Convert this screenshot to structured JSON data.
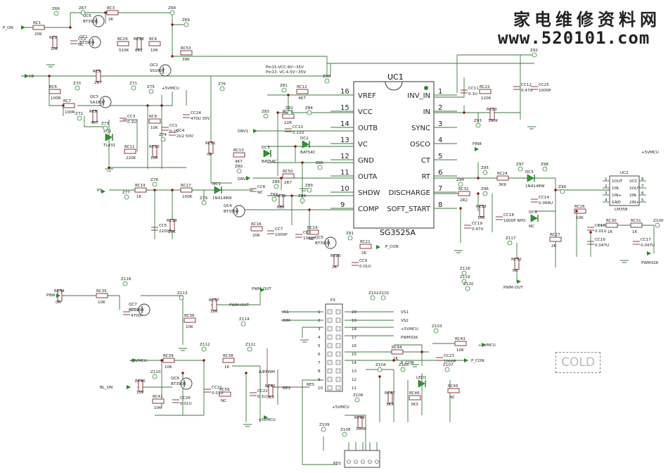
{
  "watermark": {
    "cn": "家电维修资料网",
    "url": "www.520101.com"
  },
  "cold_label": "COLD",
  "ic": {
    "ref": "UC1",
    "part": "SG3525A",
    "left_pins": [
      {
        "num": "16",
        "name": "VREF"
      },
      {
        "num": "15",
        "name": "VCC"
      },
      {
        "num": "14",
        "name": "OUTB"
      },
      {
        "num": "13",
        "name": "VC"
      },
      {
        "num": "12",
        "name": "GND"
      },
      {
        "num": "11",
        "name": "OUTA"
      },
      {
        "num": "10",
        "name": "SHDW"
      },
      {
        "num": "9",
        "name": "COMP"
      }
    ],
    "right_pins": [
      {
        "num": "1",
        "name": "INV_IN"
      },
      {
        "num": "2",
        "name": "IN"
      },
      {
        "num": "3",
        "name": "SYNC"
      },
      {
        "num": "4",
        "name": "OSCO"
      },
      {
        "num": "5",
        "name": "CT"
      },
      {
        "num": "6",
        "name": "RT"
      },
      {
        "num": "7",
        "name": "DISCHARGE"
      },
      {
        "num": "8",
        "name": "SOFT_START"
      }
    ]
  },
  "uc2": {
    "ref": "UC2",
    "part": "LM358",
    "pins_left": [
      "1OUT",
      "1IN-",
      "1IN+",
      "GND"
    ],
    "pins_right": [
      "VCC",
      "2OUT",
      "2IN-",
      "2IN+"
    ],
    "nums_left": [
      "1",
      "2",
      "3",
      "4"
    ],
    "nums_right": [
      "8",
      "7",
      "6",
      "5"
    ]
  },
  "notes": {
    "n1": "Pin15:VCC:8V~35V",
    "n2": "Pin13: VC:4.5V~35V"
  },
  "nets": {
    "p_on": "P_ON",
    "vb": "+VB",
    "vcc5": "+5VMCU",
    "pwm_out": "PWM-OUT",
    "pwm32k": "PWM32K",
    "pin8": "PIN8",
    "pin6": "PIN6",
    "drv1": "DRV1",
    "drv2": "DRV2",
    "p_con": "P_CON",
    "bl_on": "BL_ON",
    "a_epwm": "A/EPWM",
    "ps": "PS",
    "res": "RES",
    "gnd": "GND"
  },
  "resistors": [
    {
      "ref": "RC1",
      "val": "20K"
    },
    {
      "ref": "RC2",
      "val": "10K"
    },
    {
      "ref": "RC3",
      "val": "2K"
    },
    {
      "ref": "RC29",
      "val": "510K"
    },
    {
      "ref": "RC28",
      "val": "8K2"
    },
    {
      "ref": "RC4",
      "val": "10K"
    },
    {
      "ref": "RC53",
      "val": "39K"
    },
    {
      "ref": "RC5",
      "val": "2R7"
    },
    {
      "ref": "RC6",
      "val": "100R"
    },
    {
      "ref": "RC7",
      "val": "100R"
    },
    {
      "ref": "RC8",
      "val": "4K7"
    },
    {
      "ref": "RC9",
      "val": "10K"
    },
    {
      "ref": "RC11",
      "val": "220K"
    },
    {
      "ref": "RC10",
      "val": "10K"
    },
    {
      "ref": "RC12",
      "val": "4K7"
    },
    {
      "ref": "RC13",
      "val": "4K7"
    },
    {
      "ref": "RC51",
      "val": "0R"
    },
    {
      "ref": "RC49",
      "val": "22R"
    },
    {
      "ref": "RC50",
      "val": "2R7"
    },
    {
      "ref": "RC15",
      "val": "68K"
    },
    {
      "ref": "RC19",
      "val": "1K"
    },
    {
      "ref": "RC17",
      "val": "100K"
    },
    {
      "ref": "RC18",
      "val": "20K"
    },
    {
      "ref": "RC16",
      "val": "20K"
    },
    {
      "ref": "RC14",
      "val": "NC"
    },
    {
      "ref": "RC20",
      "val": "2K"
    },
    {
      "ref": "RC21",
      "val": "2K"
    },
    {
      "ref": "RC22",
      "val": "120K"
    },
    {
      "ref": "RC23",
      "val": "390K"
    },
    {
      "ref": "RC24",
      "val": "3K9"
    },
    {
      "ref": "RC32",
      "val": "2R2"
    },
    {
      "ref": "RC33",
      "val": "15K"
    },
    {
      "ref": "RC26",
      "val": "10K"
    },
    {
      "ref": "RC27",
      "val": "2K"
    },
    {
      "ref": "RC52",
      "val": "NC"
    },
    {
      "ref": "RC30",
      "val": "1K"
    },
    {
      "ref": "RC31",
      "val": "1K"
    },
    {
      "ref": "RC34",
      "val": "0R"
    },
    {
      "ref": "RC35",
      "val": "10K"
    },
    {
      "ref": "RC36",
      "val": "10K"
    },
    {
      "ref": "RC37",
      "val": "10K"
    },
    {
      "ref": "RC39",
      "val": "10K"
    },
    {
      "ref": "RC38",
      "val": "1K"
    },
    {
      "ref": "RC40",
      "val": "10K"
    },
    {
      "ref": "RC41",
      "val": "10K"
    },
    {
      "ref": "RC56",
      "val": "NC"
    },
    {
      "ref": "RC42",
      "val": "3K3"
    },
    {
      "ref": "RC43",
      "val": "10K"
    },
    {
      "ref": "RC44",
      "val": "1K"
    },
    {
      "ref": "RC47",
      "val": "3K3"
    },
    {
      "ref": "RC46",
      "val": "3K3"
    },
    {
      "ref": "RC45",
      "val": "NC"
    },
    {
      "ref": "RC48",
      "val": "100R"
    }
  ],
  "capacitors": [
    {
      "ref": "CC2",
      "val": "NC"
    },
    {
      "ref": "CC3",
      "val": "0.1U"
    },
    {
      "ref": "CC24",
      "val": "470U 35V"
    },
    {
      "ref": "CC4",
      "val": "2U2 50V"
    },
    {
      "ref": "CC1",
      "val": "0.1U"
    },
    {
      "ref": "CC10",
      "val": "0.22U"
    },
    {
      "ref": "CC6",
      "val": "NC"
    },
    {
      "ref": "CC7",
      "val": "1000P"
    },
    {
      "ref": "CC8",
      "val": "1000P"
    },
    {
      "ref": "CC5",
      "val": "2200P"
    },
    {
      "ref": "CC9",
      "val": "0.01U"
    },
    {
      "ref": "CC11",
      "val": "0.1U"
    },
    {
      "ref": "CC12",
      "val": "0.47U"
    },
    {
      "ref": "CC25",
      "val": "1000P"
    },
    {
      "ref": "CC14",
      "val": "0.068U"
    },
    {
      "ref": "CC18",
      "val": "1000P NPO"
    },
    {
      "ref": "CC19",
      "val": "0.47U"
    },
    {
      "ref": "CC15",
      "val": "0.01U"
    },
    {
      "ref": "CC16",
      "val": "0.047U"
    },
    {
      "ref": "CC17",
      "val": "0.047U"
    },
    {
      "ref": "CC20",
      "val": "4700P"
    },
    {
      "ref": "CC21",
      "val": "0.01U"
    },
    {
      "ref": "CC26",
      "val": "0.01U"
    },
    {
      "ref": "CC22",
      "val": "0.1U"
    },
    {
      "ref": "CC23",
      "val": "1000P"
    }
  ],
  "transistors": [
    {
      "ref": "QC6",
      "val": "BT3906"
    },
    {
      "ref": "QC1",
      "val": "BT3904"
    },
    {
      "ref": "QC2",
      "val": "SS1607"
    },
    {
      "ref": "QC3",
      "val": "SA1607"
    },
    {
      "ref": "QC4",
      "val": "BT3904"
    },
    {
      "ref": "QC5",
      "val": "BT3904"
    },
    {
      "ref": "QC7",
      "val": "BT3904"
    },
    {
      "ref": "QC8",
      "val": "BT3904"
    }
  ],
  "diodes": [
    {
      "ref": "DC1",
      "val": "1N4148W"
    },
    {
      "ref": "DC2",
      "val": "BAT54C"
    },
    {
      "ref": "DC3",
      "val": "BAT54C"
    },
    {
      "ref": "DC5",
      "val": "1N4148W"
    },
    {
      "ref": "DC4",
      "val": "NC"
    },
    {
      "ref": "ZC1",
      "val": "TL431"
    },
    {
      "ref": "LED1",
      "val": ""
    }
  ],
  "testpoints": [
    "Z66",
    "Z67",
    "Z68",
    "Z69",
    "Z70",
    "Z71",
    "Z72",
    "Z73",
    "Z74",
    "Z75",
    "Z76",
    "Z77",
    "Z78",
    "Z79",
    "Z80",
    "Z81",
    "Z82",
    "Z83",
    "Z84",
    "Z85",
    "Z86",
    "Z87",
    "Z88",
    "Z89",
    "Z90",
    "Z91",
    "Z92",
    "Z93",
    "Z94",
    "Z95",
    "Z96",
    "Z97",
    "Z98",
    "Z99",
    "Z100",
    "Z101",
    "Z102",
    "Z103",
    "Z104",
    "Z105",
    "Z106",
    "Z107",
    "Z108",
    "Z109",
    "Z110",
    "Z111",
    "Z112",
    "Z113",
    "Z114",
    "Z116",
    "Z117",
    "Z118",
    "Z119",
    "Z120"
  ],
  "connector_p3": {
    "ref": "P3",
    "left": [
      {
        "n": "1",
        "sig": "IS1"
      },
      {
        "n": "2",
        "sig": "DIM"
      },
      {
        "n": "3",
        "sig": ""
      },
      {
        "n": "4",
        "sig": ""
      },
      {
        "n": "5",
        "sig": ""
      },
      {
        "n": "6",
        "sig": ""
      },
      {
        "n": "7",
        "sig": ""
      },
      {
        "n": "8",
        "sig": ""
      },
      {
        "n": "9",
        "sig": ""
      },
      {
        "n": "10",
        "sig": "RES"
      }
    ],
    "right": [
      {
        "n": "20",
        "sig": "VS1"
      },
      {
        "n": "19",
        "sig": "VS2"
      },
      {
        "n": "18",
        "sig": "+5VMCU"
      },
      {
        "n": "17",
        "sig": "PWM32K"
      },
      {
        "n": "16",
        "sig": ""
      },
      {
        "n": "15",
        "sig": ""
      },
      {
        "n": "14",
        "sig": "P_CON"
      },
      {
        "n": "13",
        "sig": ""
      },
      {
        "n": "12",
        "sig": ""
      },
      {
        "n": "11",
        "sig": ""
      }
    ]
  },
  "connector_pd1": {
    "ref": "PD1"
  }
}
